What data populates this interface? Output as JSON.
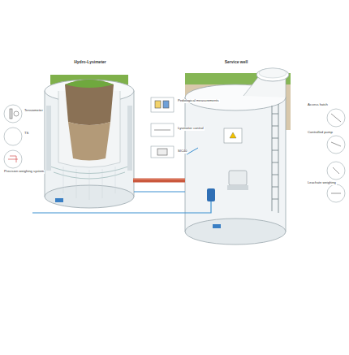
{
  "diagram": {
    "nodes": [
      {
        "text": [
          "Hydro-Lysimeter"
        ]
      },
      {
        "text": [
          "Service well"
        ]
      }
    ],
    "edges": [
      {
        "from": 0,
        "to": 1,
        "arrow": "none"
      }
    ],
    "labels": [
      "Tensiometer",
      "TS",
      "Precision weighing system",
      "Pedological measurements",
      "Lysimeter control",
      "SIC40",
      "Access hatch",
      "Controlled pump",
      "Leachate weighing"
    ]
  }
}
